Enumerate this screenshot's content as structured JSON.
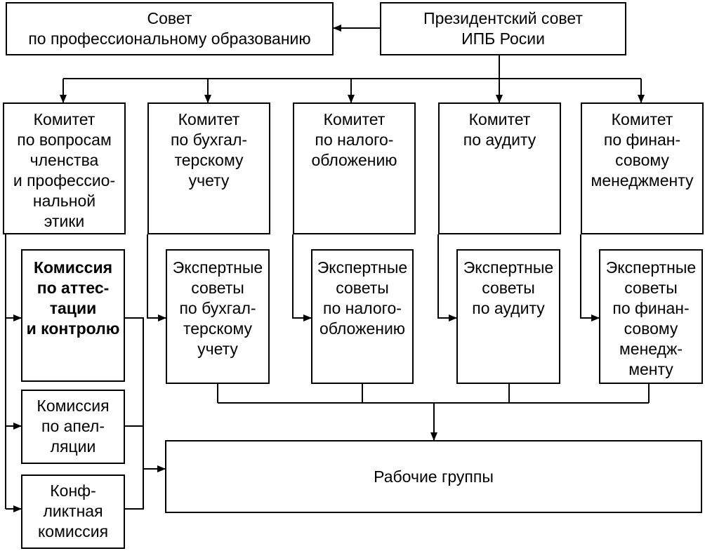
{
  "colors": {
    "line": "#000000",
    "background": "#ffffff"
  },
  "top": {
    "council_edu": "Совет\nпо профессиональному образованию",
    "presidential": "Президентский совет\nИПБ Росии"
  },
  "committees": [
    "Комитет\nпо вопросам\nчленства\nи профессио-\nнальной\nэтики",
    "Комитет\nпо бухгал-\nтерскому\nучету",
    "Комитет\nпо налого-\nобложению",
    "Комитет\nпо аудиту",
    "Комитет\nпо финан-\nсовому\nменеджменту"
  ],
  "commissions": [
    "Комиссия\nпо аттес-\nтации\nи контролю",
    "Комиссия\nпо апел-\nляции",
    "Конф-\nликтная\nкомиссия"
  ],
  "expert_councils": [
    "Экспертные\nсоветы\nпо бухгал-\nтерскому\nучету",
    "Экспертные\nсоветы\nпо налого-\nобложению",
    "Экспертные\nсоветы\nпо аудиту",
    "Экспертные\nсоветы\nпо финан-\nсовому\nменедж-\nменту"
  ],
  "working_groups": "Рабочие группы"
}
